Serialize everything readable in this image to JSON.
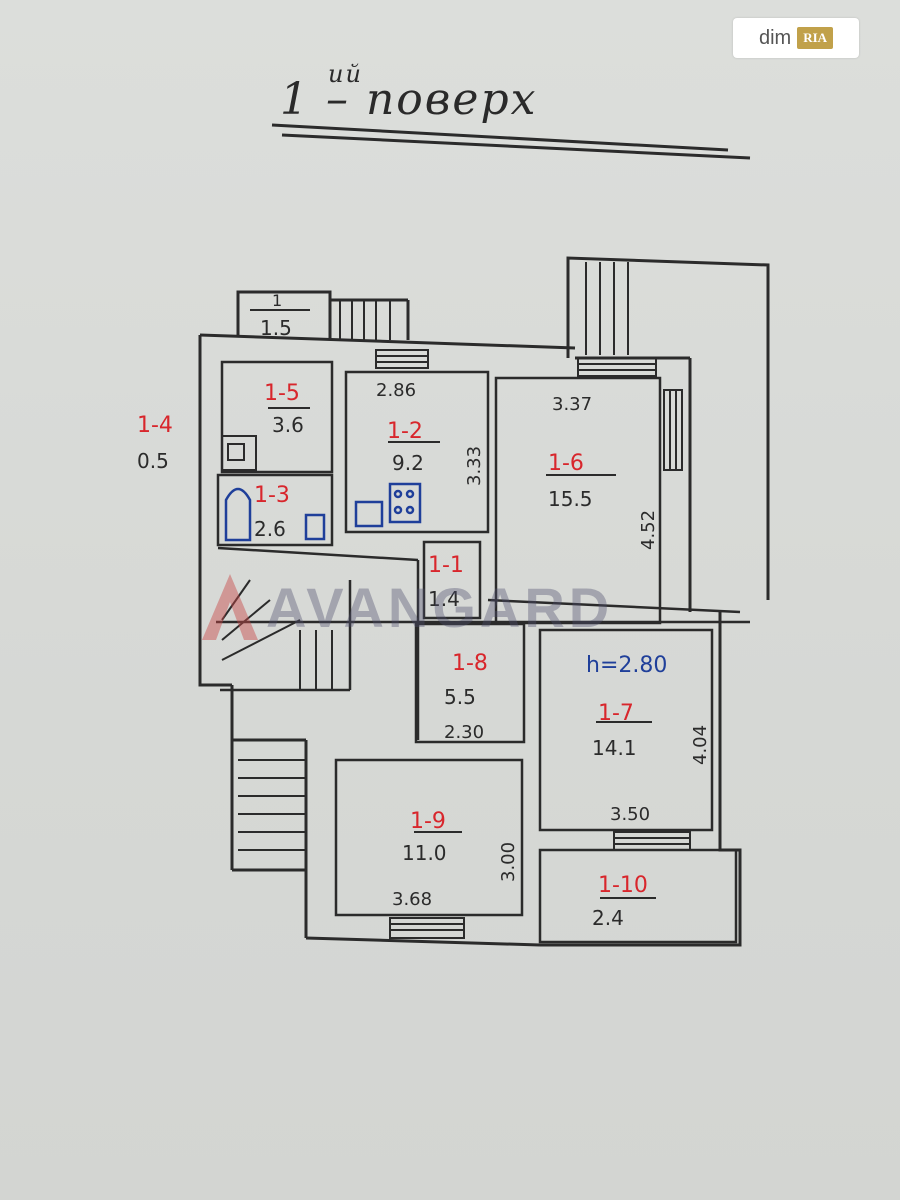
{
  "header": {
    "title_sup": "ий",
    "title_main": "1 – поверх",
    "logo_text": "dim",
    "logo_badge": "RIA"
  },
  "watermark": {
    "text": "AVANGARD"
  },
  "rooms": [
    {
      "id": "1-1",
      "area": "1.4"
    },
    {
      "id": "1-2",
      "area": "9.2",
      "dim_top": "2.86",
      "dim_side": "3.33"
    },
    {
      "id": "1-3",
      "area": "2.6"
    },
    {
      "id": "1-4",
      "area": "0.5"
    },
    {
      "id": "1-5",
      "area": "3.6"
    },
    {
      "id": "1-6",
      "area": "15.5",
      "dim_top": "3.37",
      "dim_side": "4.52"
    },
    {
      "id": "1-7",
      "area": "14.1",
      "dim_bottom": "3.50",
      "dim_side": "4.04",
      "note": "h=2.80"
    },
    {
      "id": "1-8",
      "area": "5.5",
      "dim_bottom": "2.30"
    },
    {
      "id": "1-9",
      "area": "11.0",
      "dim_bottom": "3.68",
      "dim_side": "3.00"
    },
    {
      "id": "1-10",
      "area": "2.4"
    }
  ],
  "porch": {
    "id": "1",
    "area": "1.5"
  },
  "colors": {
    "ink": "#2b2b2b",
    "red_ink": "#d8262c",
    "blue_ink": "#1f3f9a"
  }
}
